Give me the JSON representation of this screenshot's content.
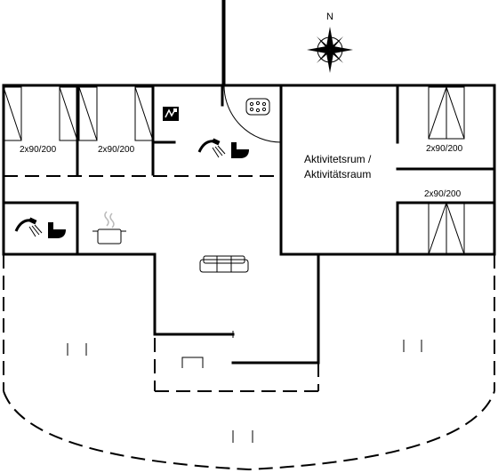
{
  "compass": {
    "north_label": "N"
  },
  "rooms": {
    "bedroom_1": {
      "bed_label": "2x90/200"
    },
    "bedroom_2": {
      "bed_label": "2x90/200"
    },
    "bedroom_3": {
      "bed_label": "2x90/200"
    },
    "bedroom_4": {
      "bed_label": "2x90/200"
    },
    "activity_room": {
      "label_line1": "Aktivitetsrum /",
      "label_line2": "Aktivitätsraum"
    }
  },
  "icons": [
    "compass-rose-icon",
    "washing-machine-icon",
    "whirlpool-icon",
    "shower-icon",
    "toilet-icon",
    "cooking-pot-icon",
    "sofa-icon"
  ]
}
